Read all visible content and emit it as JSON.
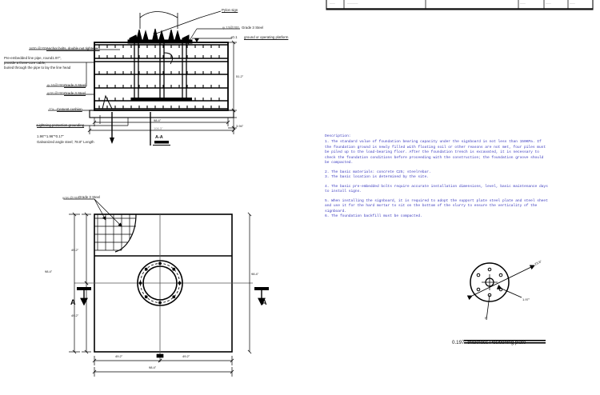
{
  "drawing": {
    "title_block": {
      "cells": [
        "——",
        "————",
        "——",
        "——",
        "——"
      ]
    },
    "elevation": {
      "section_label": "A-A",
      "callouts": {
        "pylon_sign": "Pylon sign",
        "grade3_top": "Grade 3 Steel",
        "grade3_top_spec": "φ 13@200",
        "ground_platform": "ground or operating platform",
        "ground_level_mark": "±0.1",
        "anchor_bolts": "Anchor bolts, double nut tightened",
        "anchor_bolts_spec": "M30  @200",
        "line_pipe_1": "Pre-embedded line pipe, round1.97\",",
        "line_pipe_2": "provide a three-core cable,",
        "line_pipe_3": "buried through the pipe to lay the line head",
        "grade3_mid": "Grade 3 Steel",
        "grade3_mid_spec": "φ 16@200",
        "grade3_low": "Grade 3 Steel",
        "grade3_low_spec": "φ18 @200",
        "cement_cushion": "Cement cushion",
        "cement_cushion_spec": "1\"×",
        "lightning": "Lightning protection grounding",
        "angle_steel_1": "1.96\"*1.96\"*0.17\"",
        "angle_steel_2": "Galvanized angle steel; 78.8\" Length"
      },
      "dimensions": {
        "height_main": "51.2\"",
        "height_cushion": "3.94\"",
        "width_inner": "98.4\"",
        "width_outer": "106.3\""
      }
    },
    "plan": {
      "callouts": {
        "grade3_steel": "Grade 3 Steel",
        "grade3_steel_spec": "φ18 @200"
      },
      "section_marks": {
        "left": "A",
        "right": "A"
      },
      "dimensions": {
        "left_top": "49.2\"",
        "left_bottom": "49.2\"",
        "left_total": "98.4\"",
        "right_total": "98.4\"",
        "bottom_left": "49.2\"",
        "bottom_right": "49.2\"",
        "bottom_total": "98.4\""
      }
    },
    "plate_detail": {
      "caption": "0.197\" thickness Positioning plate",
      "dim_diameter": "23.6\"",
      "dim_hole": "1.97\"",
      "dim_small": "R"
    },
    "description": {
      "heading": "Description:",
      "items": [
        "1. The standard value of foundation bearing capacity under the signboard is not less than 150KPa. If\nthe foundation ground is newly filled with floating soil or other reasons are not met, four piles must\nbe piled up to the load-bearing floor. After the foundation trench is excavated, it is necessary to\ncheck the foundation conditions before proceeding with the construction; the foundation groove should\nbe compacted.",
        "2. The basic materials: concrete C25; steelrebar.\n3. The basic location is determined by the site.",
        "4. The basic pre-embedded bolts require accurate installation dimensions, level, basic maintenance days\nto install signs.",
        "5. When installing the signboard, it is required to adopt the support plate steel plate and steel sheet\nand use it for the hard mortar to sit on the bottom of the slurry to ensure the verticality of the\nsignboard.\n6. The foundation backfill must be compacted."
      ]
    }
  }
}
